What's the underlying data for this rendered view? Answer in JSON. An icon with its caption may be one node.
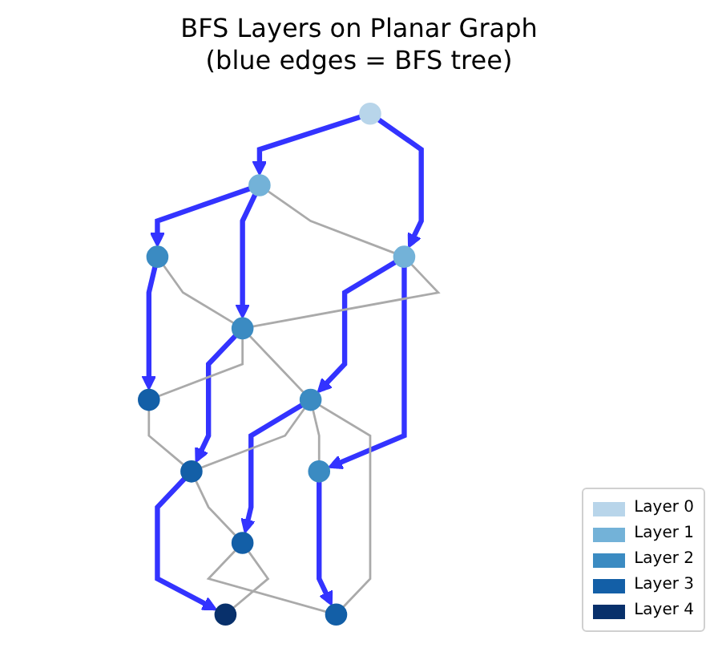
{
  "diagram": {
    "title": "BFS Layers on Planar Graph (blue edges = BFS tree)",
    "nodes": [
      {
        "text": [],
        "shape": "circle"
      },
      {
        "text": [],
        "shape": "circle"
      },
      {
        "text": [],
        "shape": "circle"
      },
      {
        "text": [],
        "shape": "circle"
      },
      {
        "text": [],
        "shape": "circle"
      },
      {
        "text": [],
        "shape": "circle"
      },
      {
        "text": [],
        "shape": "circle"
      },
      {
        "text": [],
        "shape": "circle"
      },
      {
        "text": [],
        "shape": "circle"
      },
      {
        "text": [],
        "shape": "circle"
      },
      {
        "text": [],
        "shape": "circle"
      },
      {
        "text": [],
        "shape": "circle"
      }
    ],
    "edges": [
      {
        "from": 0,
        "to": 1,
        "arrow": "to",
        "style": "thick",
        "color": "#3333ff"
      },
      {
        "from": 0,
        "to": 3,
        "arrow": "to",
        "style": "thick",
        "color": "#3333ff"
      },
      {
        "from": 1,
        "to": 2,
        "arrow": "to",
        "style": "thick",
        "color": "#3333ff"
      },
      {
        "from": 1,
        "to": 4,
        "arrow": "to",
        "style": "thick",
        "color": "#3333ff"
      },
      {
        "from": 3,
        "to": 7,
        "arrow": "to",
        "style": "thick",
        "color": "#3333ff"
      },
      {
        "from": 3,
        "to": 6,
        "arrow": "to",
        "style": "thick",
        "color": "#3333ff"
      },
      {
        "from": 2,
        "to": 5,
        "arrow": "to",
        "style": "thick",
        "color": "#3333ff"
      },
      {
        "from": 4,
        "to": 8,
        "arrow": "to",
        "style": "thick",
        "color": "#3333ff"
      },
      {
        "from": 7,
        "to": 10,
        "arrow": "to",
        "style": "thick",
        "color": "#3333ff"
      },
      {
        "from": 6,
        "to": 9,
        "arrow": "to",
        "style": "thick",
        "color": "#3333ff"
      },
      {
        "from": 8,
        "to": 11,
        "arrow": "to",
        "style": "thick",
        "color": "#3333ff"
      },
      {
        "from": 1,
        "to": 3,
        "arrow": "none"
      },
      {
        "from": 2,
        "to": 4,
        "arrow": "none"
      },
      {
        "from": 3,
        "to": 4,
        "arrow": "none"
      },
      {
        "from": 4,
        "to": 5,
        "arrow": "none"
      },
      {
        "from": 4,
        "to": 7,
        "arrow": "none"
      },
      {
        "from": 5,
        "to": 8,
        "arrow": "none"
      },
      {
        "from": 7,
        "to": 8,
        "arrow": "none"
      },
      {
        "from": 7,
        "to": 6,
        "arrow": "none"
      },
      {
        "from": 8,
        "to": 10,
        "arrow": "none"
      },
      {
        "from": 7,
        "to": 9,
        "arrow": "none"
      },
      {
        "from": 10,
        "to": 9,
        "arrow": "none"
      },
      {
        "from": 10,
        "to": 11,
        "arrow": "none"
      }
    ],
    "legend": [
      {
        "text": "Layer 0",
        "color": "#b8d5ea"
      },
      {
        "text": "Layer 1",
        "color": "#73b2d8"
      },
      {
        "text": "Layer 2",
        "color": "#3b8bc2"
      },
      {
        "text": "Layer 3",
        "color": "#135fa7"
      },
      {
        "text": "Layer 4",
        "color": "#08306b"
      }
    ]
  }
}
